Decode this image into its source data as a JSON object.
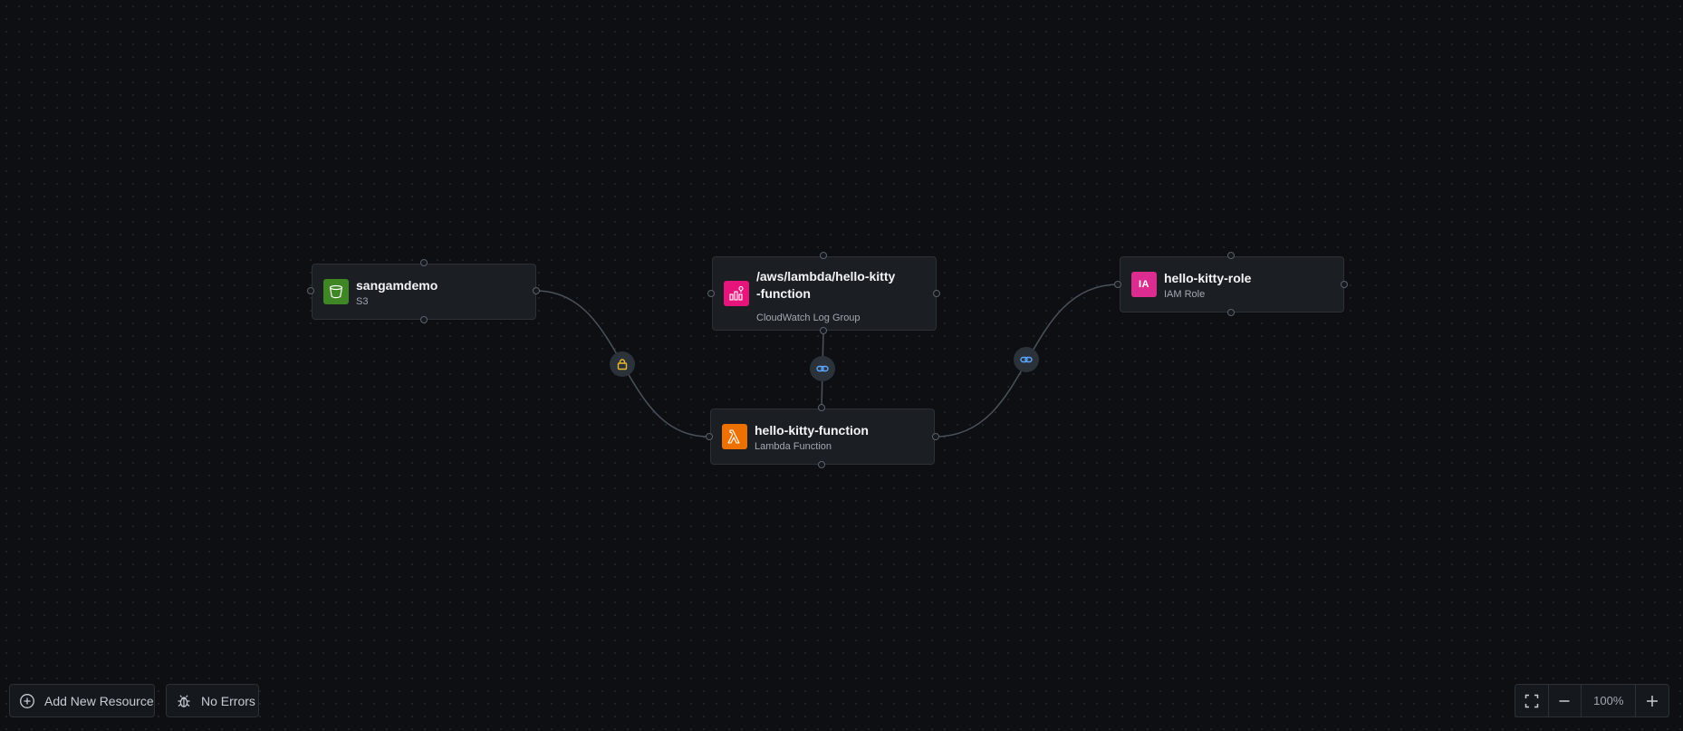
{
  "nodes": {
    "s3": {
      "title": "sangamdemo",
      "type": "S3",
      "icon": "s3-bucket-icon",
      "color": "#3f8624"
    },
    "log_group": {
      "title": "/aws/lambda/hello-kitty-function",
      "title_line1": "/aws/lambda/hello-kitty",
      "title_line2": "-function",
      "type": "CloudWatch Log Group",
      "icon": "cloudwatch-icon",
      "color": "#e7157b"
    },
    "lambda": {
      "title": "hello-kitty-function",
      "type": "Lambda Function",
      "icon": "lambda-icon",
      "color": "#ed7100"
    },
    "iam": {
      "title": "hello-kitty-role",
      "type": "IAM Role",
      "icon": "iam-role-icon",
      "icon_text": "IA",
      "color": "#dd2c8f"
    }
  },
  "edges": [
    {
      "from": "s3",
      "to": "lambda",
      "badge_icon": "lock-icon",
      "badge_color": "#e8b931"
    },
    {
      "from": "log_group",
      "to": "lambda",
      "badge_icon": "link-icon",
      "badge_color": "#5aa7ff"
    },
    {
      "from": "lambda",
      "to": "iam",
      "badge_icon": "link-icon",
      "badge_color": "#5aa7ff"
    }
  ],
  "toolbar": {
    "add_resource_label": "Add New Resource",
    "add_resource_icon": "plus-circle-icon",
    "errors_label": "No Errors",
    "errors_icon": "bug-icon"
  },
  "zoom": {
    "fit_icon": "fit-view-icon",
    "zoom_out_icon": "minus-icon",
    "zoom_in_icon": "plus-icon",
    "level": "100%"
  }
}
